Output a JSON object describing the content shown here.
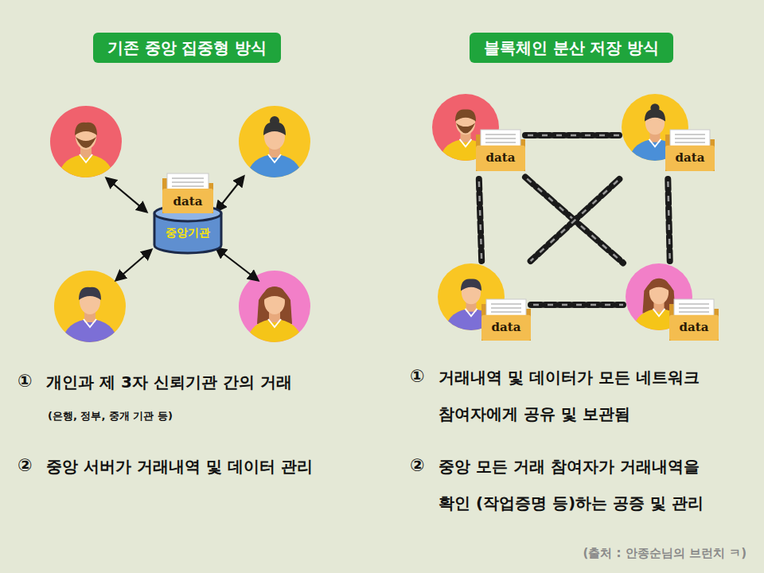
{
  "diagram": {
    "caption": "(출처 : 안종순님의 브런치 ㅋ)",
    "nodes": [
      {
        "text": [
          "기존 중앙 집중형 방식"
        ]
      },
      {
        "text": [
          "블록체인 분산 저장 방식"
        ]
      },
      {
        "text": [
          "data",
          "중앙기관"
        ]
      },
      {
        "text": [
          "data"
        ]
      },
      {
        "text": [
          "data"
        ]
      },
      {
        "text": [
          "data"
        ]
      },
      {
        "text": [
          "data"
        ]
      }
    ],
    "edges": [
      {
        "from": 3,
        "to": 4,
        "arrow": "none"
      },
      {
        "from": 3,
        "to": 5,
        "arrow": "none"
      },
      {
        "from": 4,
        "to": 6,
        "arrow": "none"
      },
      {
        "from": 5,
        "to": 6,
        "arrow": "none"
      },
      {
        "from": 3,
        "to": 6,
        "arrow": "none"
      },
      {
        "from": 4,
        "to": 5,
        "arrow": "none"
      }
    ],
    "labels": [
      "①",
      "개인과 제 3자 신뢰기관 간의 거래",
      "(은행, 정부, 중개 기관 등)",
      "②",
      "중앙 서버가 거래내역 및 데이터 관리",
      "①",
      "거래내역 및 데이터가 모든 네트워크 참여자에게 공유 및 보관됨",
      "②",
      "중앙 모든 거래 참여자가 거래내역을 확인 (작업증명 등)하는 공증 및 관리"
    ]
  }
}
